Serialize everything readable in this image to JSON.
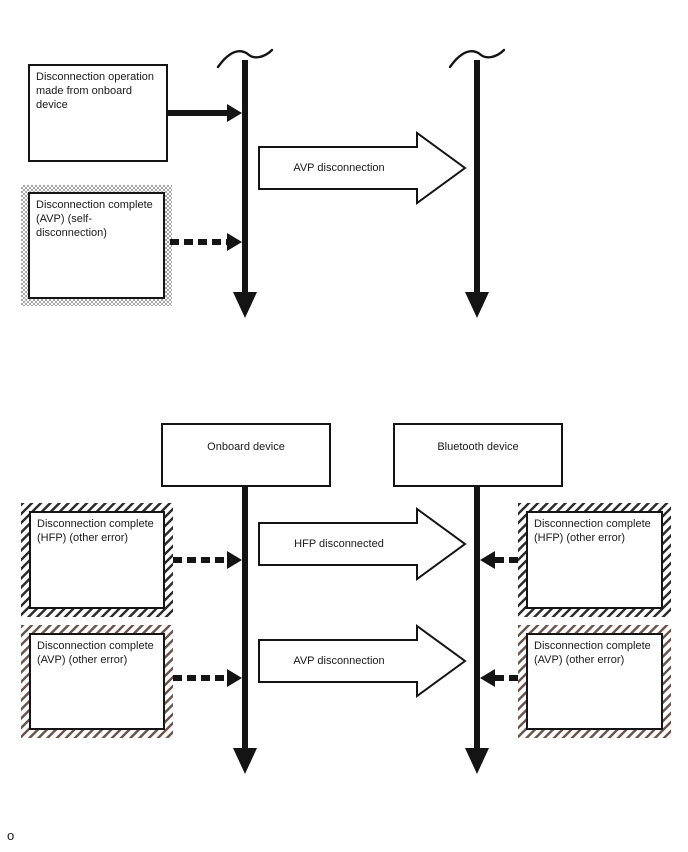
{
  "colors": {
    "line": "#141414",
    "text": "#1a1a1a",
    "hatch_dark": "#2e2e2e",
    "hatch_brown": "#6d564e",
    "stipple": "#a6a6a6"
  },
  "top_diagram": {
    "trigger_box": "Disconnection operation made from onboard device",
    "self_disconnect_box": "Disconnection complete (AVP) (self-disconnection)",
    "message_arrow": "AVP disconnection"
  },
  "bottom_diagram": {
    "onboard_device_header": "Onboard device",
    "bluetooth_device_header": "Bluetooth device",
    "onboard_results": [
      "Disconnection complete (HFP) (other error)",
      "Disconnection complete (AVP) (other error)"
    ],
    "bluetooth_results": [
      "Disconnection complete (HFP) (other error)",
      "Disconnection complete (AVP) (other error)"
    ],
    "message_arrows": [
      "HFP disconnected",
      "AVP disconnection"
    ]
  },
  "footnote": "o"
}
